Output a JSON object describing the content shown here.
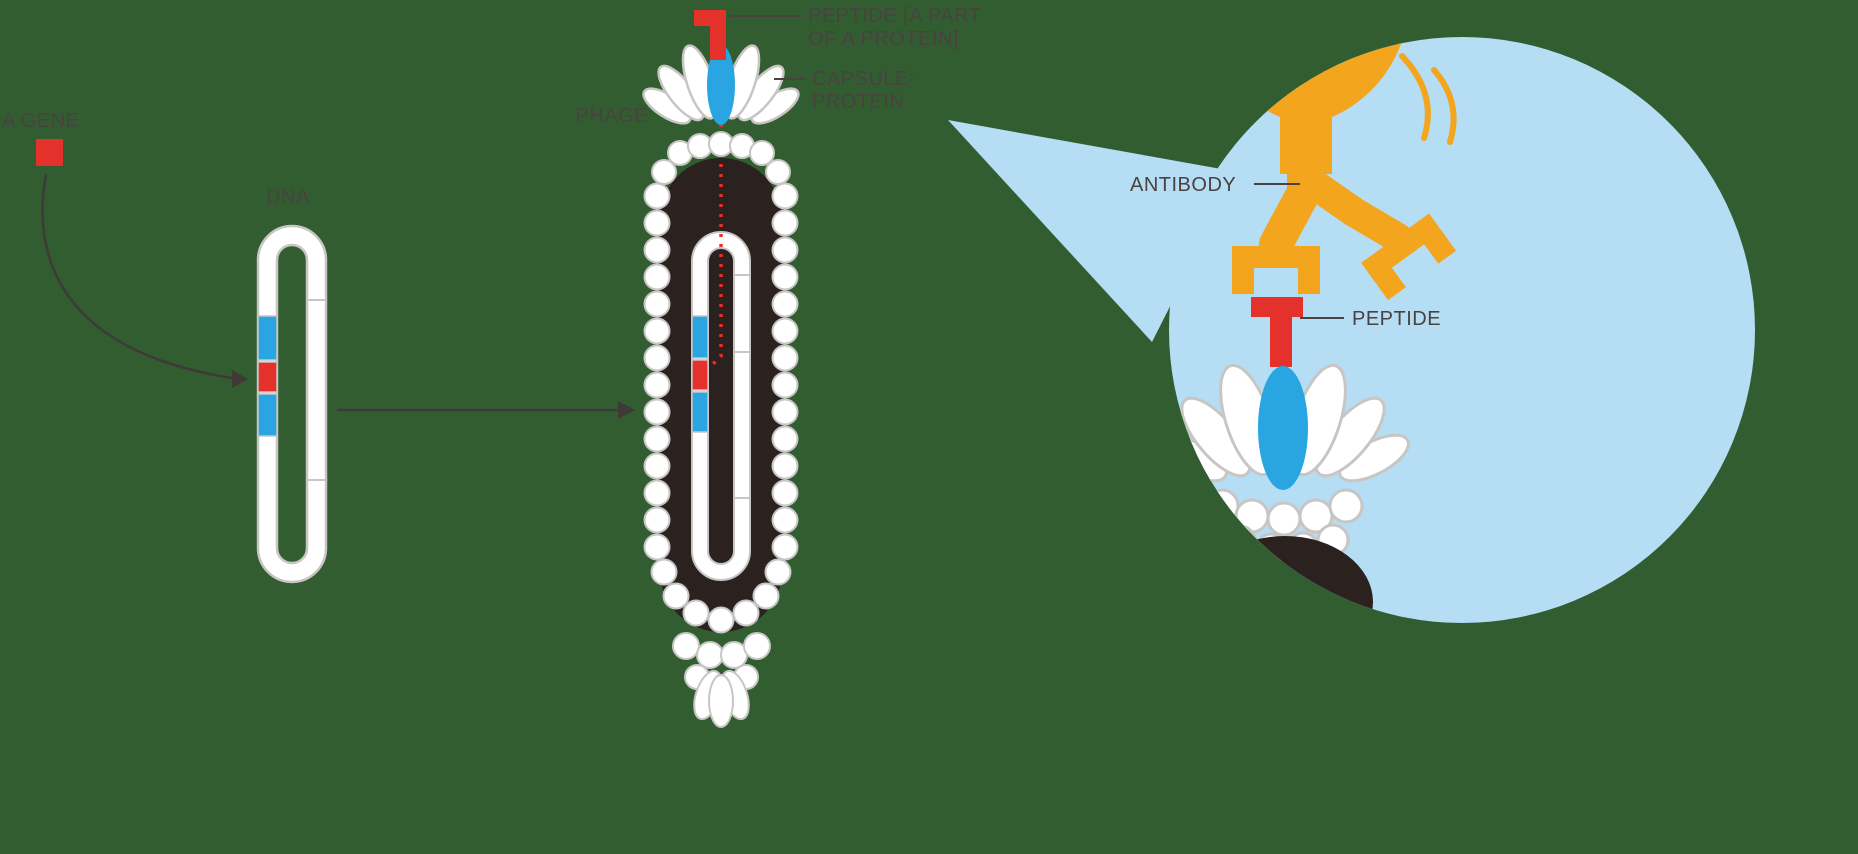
{
  "diagram": {
    "labels": {
      "gene": "A GENE",
      "dna": "DNA",
      "phage": "PHAGE",
      "peptide_callout_line1": "PEPTIDE [A PART",
      "peptide_callout_line2": "OF A PROTEIN]",
      "capsule_callout_line1": "CAPSULE-",
      "capsule_callout_line2": "PROTEIN",
      "antibody": "ANTIBODY",
      "peptide": "PEPTIDE"
    },
    "colors": {
      "background": "#315d31",
      "gene_red": "#e5312b",
      "insert_blue": "#29a5e1",
      "antibody_orange": "#f3a51d",
      "bubble_blue": "#b5ddf3",
      "phage_body_dark": "#2b2220",
      "capsid_white": "#ffffff",
      "outline_gray": "#c8c6c4",
      "label_text": "#4a4240"
    }
  }
}
